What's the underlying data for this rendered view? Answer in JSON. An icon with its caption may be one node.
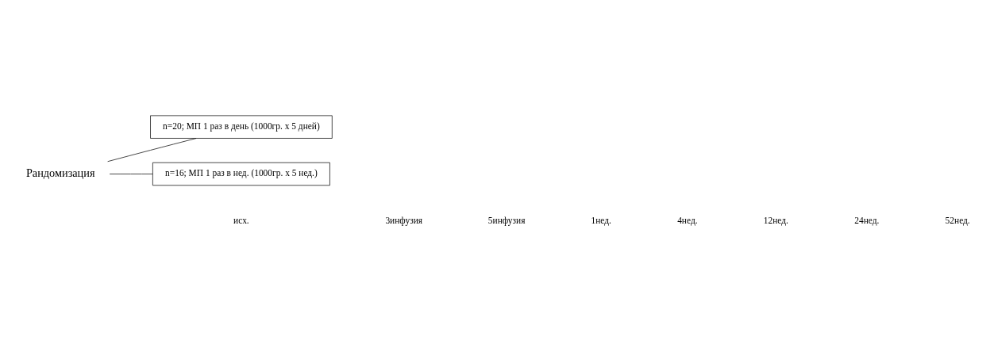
{
  "diagram": {
    "nodes": [
      {
        "text": [
          "Рандомизация"
        ]
      },
      {
        "text": [
          "n=20; МП 1 раз в день (1000гр. х 5 дней)"
        ]
      },
      {
        "text": [
          "n=16; МП 1 раз в нед. (1000гр. х 5 нед.)"
        ]
      }
    ],
    "edges": [
      {
        "from": 0,
        "to": 1,
        "arrow": "none"
      },
      {
        "from": 0,
        "to": 2,
        "arrow": "none"
      }
    ],
    "labels": [
      "исх.",
      "3инфузия",
      "5инфузия",
      "1нед.",
      "4нед.",
      "12нед.",
      "24нед.",
      "52нед."
    ]
  }
}
